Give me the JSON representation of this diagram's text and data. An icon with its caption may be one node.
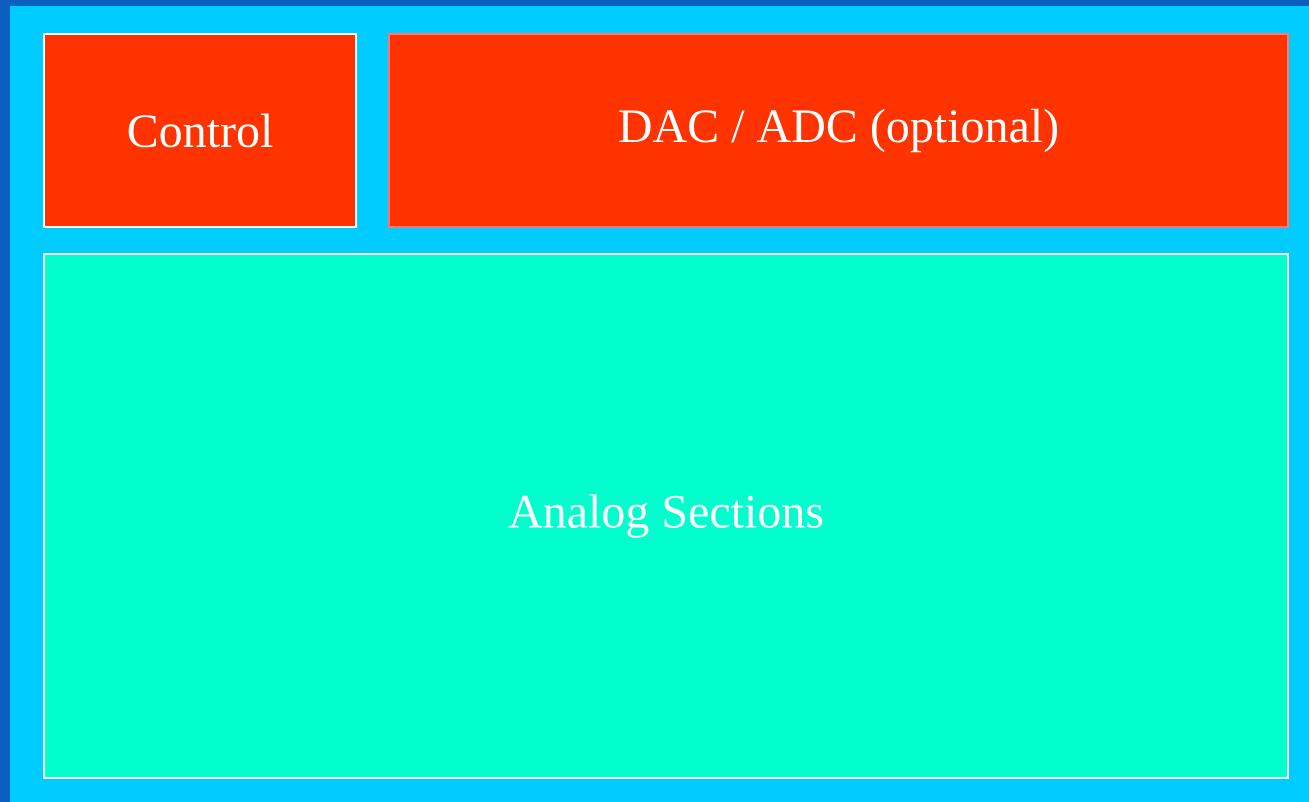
{
  "diagram": {
    "nodes": [
      {
        "text": [
          "Control"
        ]
      },
      {
        "text": [
          "DAC / ADC (optional)"
        ]
      },
      {
        "text": [
          "Analog Sections"
        ]
      }
    ]
  }
}
